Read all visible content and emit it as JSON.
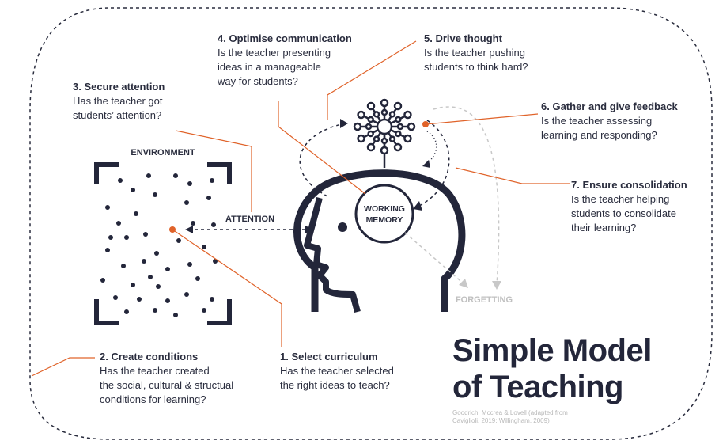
{
  "environment_label": "ENVIRONMENT",
  "attention_label": "ATTENTION",
  "working_memory": [
    "WORKING",
    "MEMORY"
  ],
  "forgetting_label": "FORGETTING",
  "title_lines": [
    "Simple Model",
    "of Teaching"
  ],
  "credit_lines": [
    "Goodrich, Mccrea & Lovell (adapted from",
    "Caviglioli, 2019; Willingham, 2009)"
  ],
  "steps": [
    {
      "heading": "1. Select curriculum",
      "lines": [
        "Has the teacher selected",
        "the right ideas to teach?"
      ]
    },
    {
      "heading": "2. Create conditions",
      "lines": [
        "Has the teacher created",
        "the social, cultural & structual",
        "conditions for learning?"
      ]
    },
    {
      "heading": "3. Secure attention",
      "lines": [
        "Has the teacher got",
        "students’ attention?"
      ]
    },
    {
      "heading": "4. Optimise communication",
      "lines": [
        "Is the teacher presenting",
        "ideas in a manageable",
        "way for students?"
      ]
    },
    {
      "heading": "5. Drive thought",
      "lines": [
        "Is the teacher pushing",
        "students to think hard?"
      ]
    },
    {
      "heading": "6. Gather and give feedback",
      "lines": [
        "Is the teacher assessing",
        "learning and responding?"
      ]
    },
    {
      "heading": "7. Ensure consolidation",
      "lines": [
        "Is the teacher helping",
        "students to consolidate",
        "their learning?"
      ]
    }
  ],
  "colors": {
    "ink": "#23263a",
    "accent": "#e0632a",
    "muted": "#c8c8c8"
  }
}
